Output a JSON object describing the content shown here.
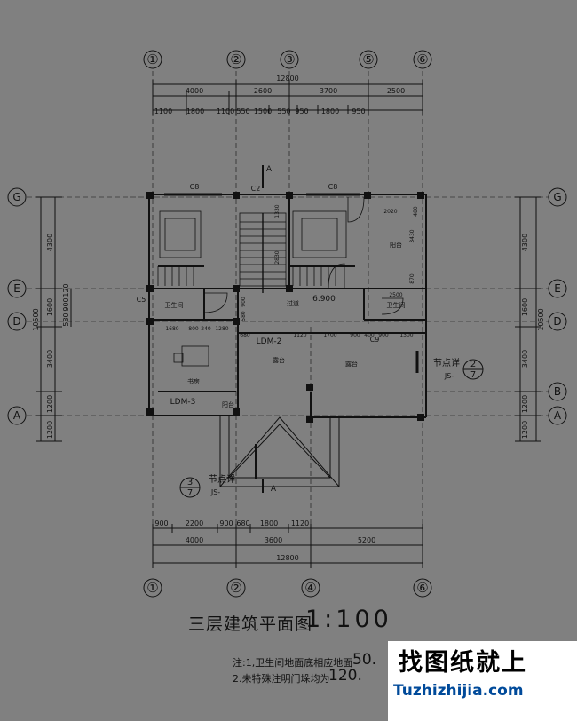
{
  "grid_labels": {
    "top": [
      "①",
      "②",
      "③",
      "⑤",
      "⑥"
    ],
    "bottom": [
      "①",
      "②",
      "④",
      "⑥"
    ],
    "left": [
      "G",
      "E",
      "D",
      "A"
    ],
    "right": [
      "G",
      "E",
      "D",
      "B",
      "A"
    ]
  },
  "dims_top": {
    "total": "12800",
    "row2": [
      "4000",
      "2600",
      "3700",
      "2500"
    ],
    "row3": [
      "1100",
      "1800",
      "1100",
      "550",
      "1500",
      "550",
      "950",
      "1800",
      "950"
    ]
  },
  "dims_bottom": {
    "total": "12800",
    "row2": [
      "4000",
      "3600",
      "5200"
    ],
    "row1": [
      "900",
      "2200",
      "900",
      "680",
      "1800",
      "1120"
    ]
  },
  "dims_left": {
    "total": "10500",
    "row2": [
      "4300",
      "1600",
      "3400",
      "1200",
      "1200"
    ],
    "inner": [
      "900",
      "120",
      "580"
    ]
  },
  "dims_right": {
    "total": "10500",
    "row2": [
      "4300",
      "1600",
      "3400",
      "1200",
      "1200"
    ]
  },
  "inner_dims": [
    "1330",
    "2830",
    "2020",
    "480",
    "3430",
    "870",
    "2500",
    "900",
    "580",
    "1680",
    "800",
    "240",
    "1280",
    "680",
    "1120",
    "1700",
    "900",
    "400",
    "900",
    "1300"
  ],
  "labels": {
    "c8_left": "C8",
    "c2": "C2",
    "c8_right": "C8",
    "c5": "C5",
    "c9": "C9",
    "ldm2": "LDM-2",
    "ldm3": "LDM-3",
    "elev": "6.900",
    "section_top": "A",
    "section_bottom": "A",
    "node_right_text": "节点详",
    "node_right_num": "2",
    "node_right_den": "7",
    "node_right_js": "JS-",
    "node_left_text": "节点详",
    "node_left_num": "3",
    "node_left_den": "7",
    "node_left_js": "JS-"
  },
  "rooms": {
    "bath1": "卫生间",
    "study": "书房",
    "balcony1": "阳台",
    "corridor": "过道",
    "bath2": "卫生间",
    "terrace1": "露台",
    "terrace2": "露台",
    "balcony2": "阳台"
  },
  "title": {
    "text": "三层建筑平面图",
    "scale": "1:100"
  },
  "notes": {
    "line1": "注:1,卫生间地面底相应地面",
    "line1_val": "50.",
    "line2": "2.未特殊注明门垛均为",
    "line2_val": "120."
  },
  "watermark": {
    "cn": "找图纸就上",
    "en": "Tuzhizhijia.com",
    "cn_color": "#000000",
    "en_color": "#004a9a"
  }
}
